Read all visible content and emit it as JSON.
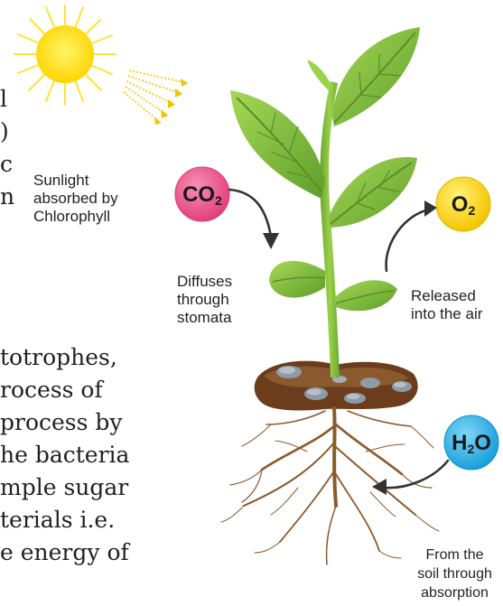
{
  "molecules": {
    "co2": {
      "main": "CO",
      "sub": "2"
    },
    "o2": {
      "main": "O",
      "sub": "2"
    },
    "h2o": {
      "pre": "H",
      "sub": "2",
      "post": "O"
    }
  },
  "labels": {
    "sunlight": [
      "Sunlight",
      "absorbed by",
      "Chlorophyll"
    ],
    "stomata": [
      "Diffuses",
      "through",
      "stomata"
    ],
    "released": [
      "Released",
      "into the air"
    ],
    "soil": [
      "From the",
      "soil through",
      "absorption"
    ]
  },
  "text_fragments": {
    "top": [
      "l",
      ")",
      "c",
      "n"
    ],
    "bottom": [
      "totrophes,",
      "rocess of",
      "process by",
      "he bacteria",
      "mple sugar",
      "terials i.e.",
      "e energy of"
    ]
  },
  "colors": {
    "co2": "#ef5b8f",
    "o2": "#ffd21e",
    "h2o": "#2bb3e8",
    "sun": "#ffde1a",
    "leaf": "#7cbf3a",
    "stem": "#8cc63f",
    "soil": "#7a4a24",
    "arrow": "#333333"
  },
  "icons": [
    "sun-icon",
    "sunlight-rays-icon",
    "plant-icon",
    "roots-icon",
    "soil-icon",
    "stones-icon"
  ]
}
